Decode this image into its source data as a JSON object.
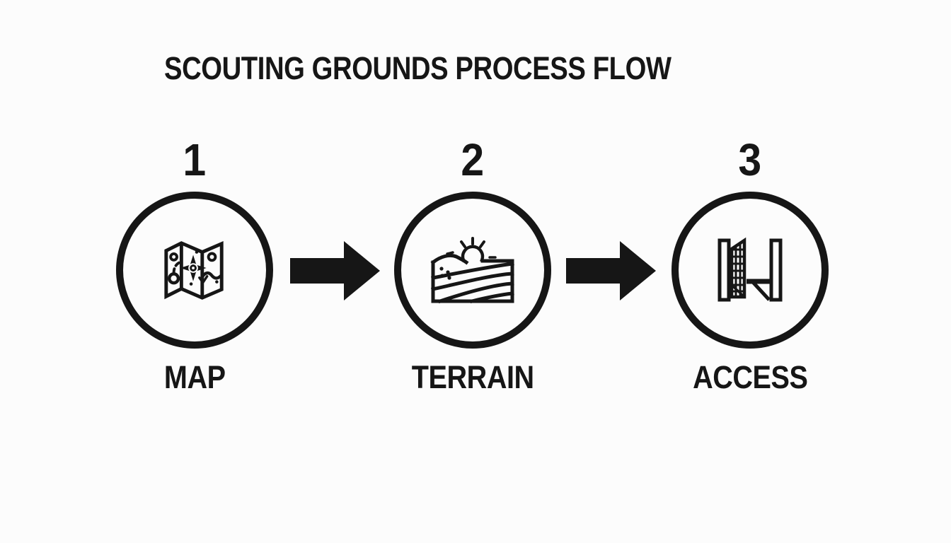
{
  "title": "SCOUTING GROUNDS PROCESS FLOW",
  "steps": [
    {
      "number": "1",
      "label": "MAP",
      "icon": "map-icon"
    },
    {
      "number": "2",
      "label": "TERRAIN",
      "icon": "terrain-icon"
    },
    {
      "number": "3",
      "label": "ACCESS",
      "icon": "gate-icon"
    }
  ],
  "arrows": {
    "count": 2,
    "direction": "right"
  },
  "colors": {
    "ink": "#161616",
    "background": "#fcfcfc"
  }
}
